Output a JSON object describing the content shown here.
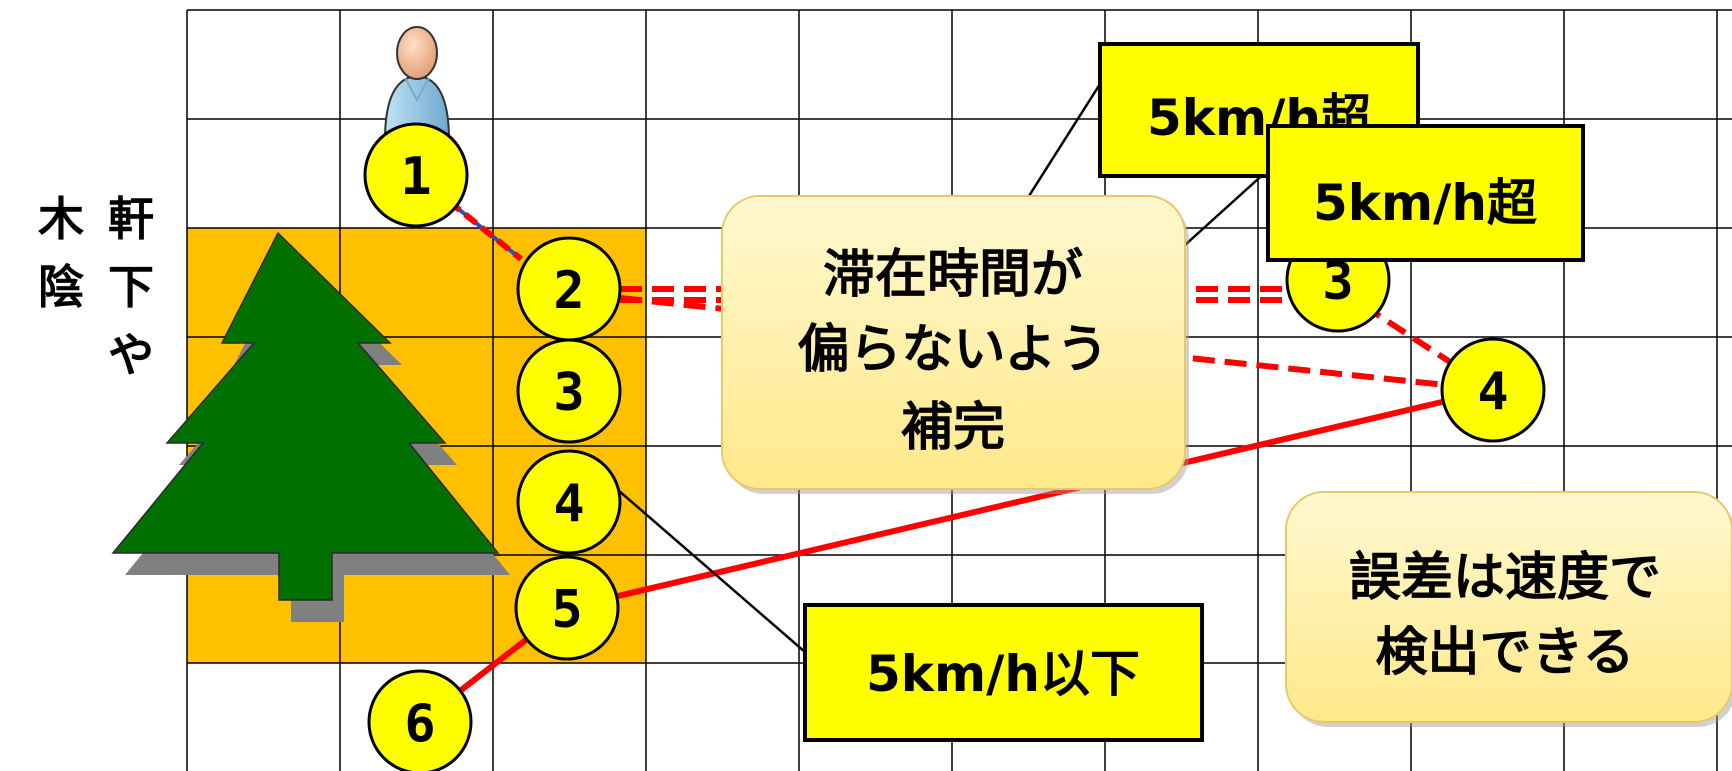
{
  "labels": {
    "shade_line1": "木",
    "shade_line2": "陰",
    "eaves_line1": "軒",
    "eaves_line2": "下",
    "eaves_line3": "や"
  },
  "points_left": [
    "1",
    "2",
    "3",
    "4",
    "5",
    "6"
  ],
  "points_right": [
    "3",
    "4"
  ],
  "callouts": {
    "speed_over_1": "5km/h超",
    "speed_over_2": "5km/h超",
    "speed_under": "5km/h以下"
  },
  "notes": {
    "complement_line1": "滞在時間が",
    "complement_line2": "偏らないよう",
    "complement_line3": "補完",
    "error_line1": "誤差は速度で",
    "error_line2": "検出できる"
  },
  "colors": {
    "shade_area": "#FFC000",
    "tree": "#007000",
    "track_red": "#FF0000",
    "track_blue": "#1F4FCF",
    "point_fill": "#FFFF00",
    "callout_fill": "#FFFF00",
    "note_fill": "#FFF2B3"
  }
}
